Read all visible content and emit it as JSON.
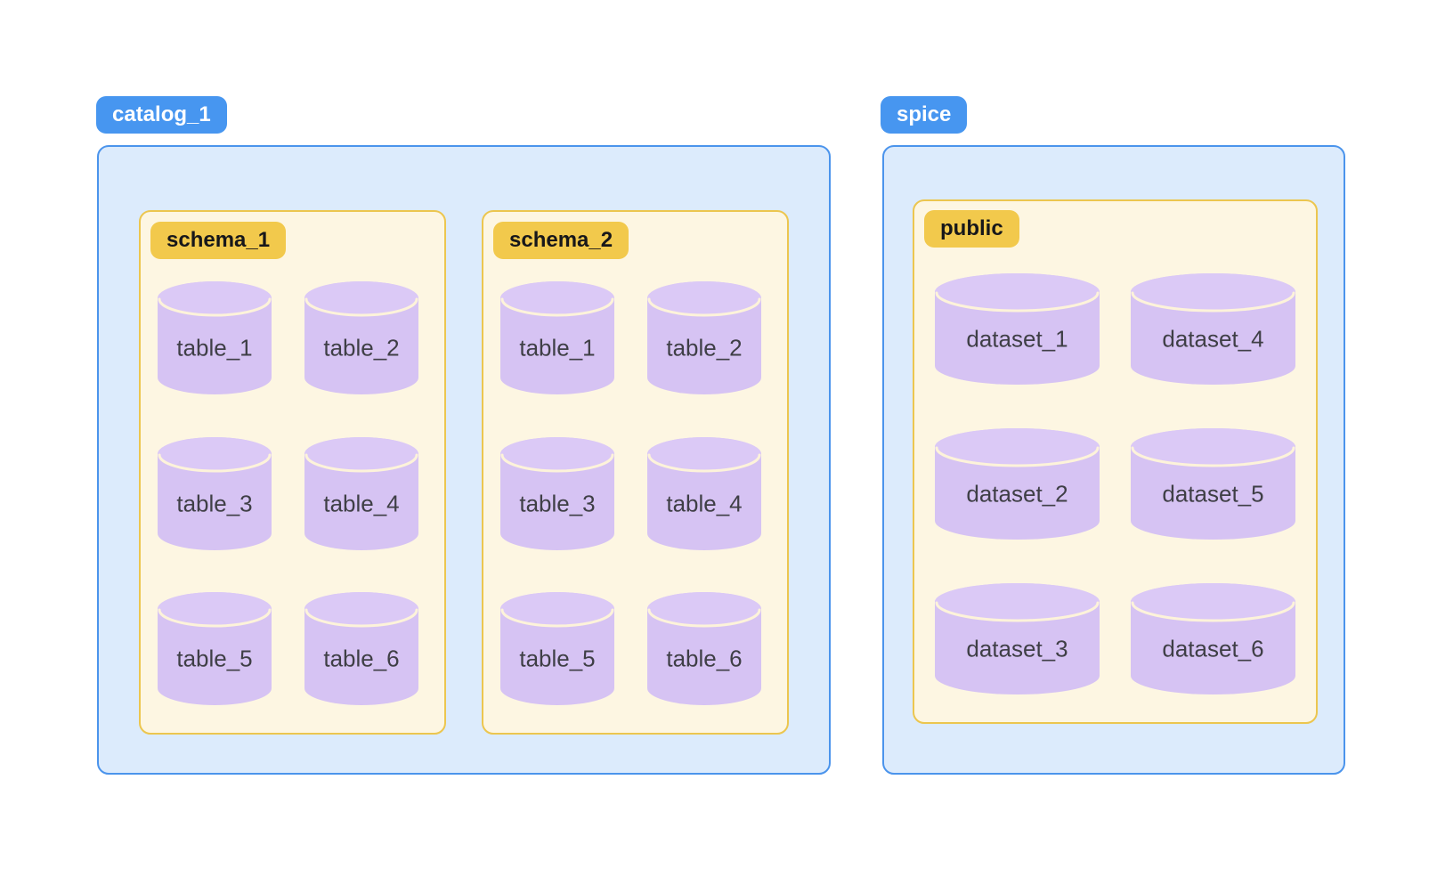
{
  "diagram": {
    "description": "database catalog hierarchy diagram",
    "colors": {
      "background": "#ffffff",
      "blue_badge_bg": "#4796f0",
      "blue_badge_text": "#ffffff",
      "blue_panel_bg": "#dcebfc",
      "blue_panel_border": "#4b94ec",
      "cream_panel_bg": "#fdf6e2",
      "gold_panel_border": "#ecc64f",
      "gold_badge_bg": "#f2c94c",
      "gold_badge_text": "#17171a",
      "cylinder_fill": "#d6c3f3",
      "cylinder_top_fill": "#dbc9f6",
      "cylinder_separator": "#fdf3da",
      "cylinder_label_text": "#3f3f46"
    }
  },
  "catalog": {
    "badge": "catalog_1",
    "schemas": [
      {
        "badge": "schema_1",
        "tables": [
          "table_1",
          "table_2",
          "table_3",
          "table_4",
          "table_5",
          "table_6"
        ]
      },
      {
        "badge": "schema_2",
        "tables": [
          "table_1",
          "table_2",
          "table_3",
          "table_4",
          "table_5",
          "table_6"
        ]
      }
    ]
  },
  "spice": {
    "badge": "spice",
    "schemas": [
      {
        "badge": "public",
        "datasets_display_order": [
          "dataset_1",
          "dataset_4",
          "dataset_2",
          "dataset_5",
          "dataset_3",
          "dataset_6"
        ]
      }
    ]
  }
}
